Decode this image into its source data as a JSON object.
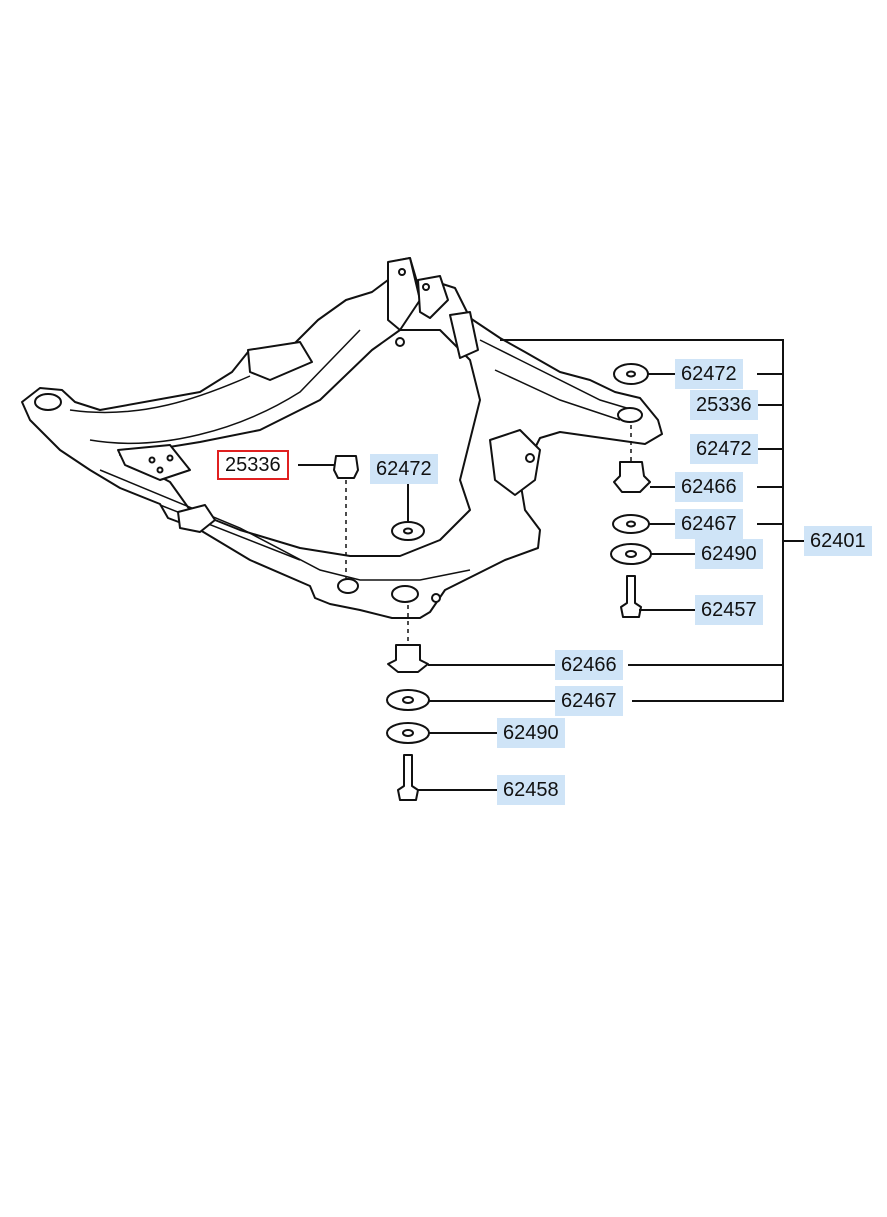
{
  "callouts": [
    {
      "id": "c1",
      "number": "62472",
      "selected": false
    },
    {
      "id": "c2",
      "number": "25336",
      "selected": false
    },
    {
      "id": "c3",
      "number": "62472",
      "selected": false
    },
    {
      "id": "c4",
      "number": "62466",
      "selected": false
    },
    {
      "id": "c5",
      "number": "62467",
      "selected": false
    },
    {
      "id": "c6",
      "number": "62490",
      "selected": false
    },
    {
      "id": "c7",
      "number": "62457",
      "selected": false
    },
    {
      "id": "c8",
      "number": "62401",
      "selected": false
    },
    {
      "id": "c9",
      "number": "25336",
      "selected": true
    },
    {
      "id": "c10",
      "number": "62472",
      "selected": false
    },
    {
      "id": "c11",
      "number": "62466",
      "selected": false
    },
    {
      "id": "c12",
      "number": "62467",
      "selected": false
    },
    {
      "id": "c13",
      "number": "62490",
      "selected": false
    },
    {
      "id": "c14",
      "number": "62458",
      "selected": false
    }
  ],
  "colors": {
    "label_bg": "#cfe4f7",
    "selected_border": "#e02020"
  }
}
